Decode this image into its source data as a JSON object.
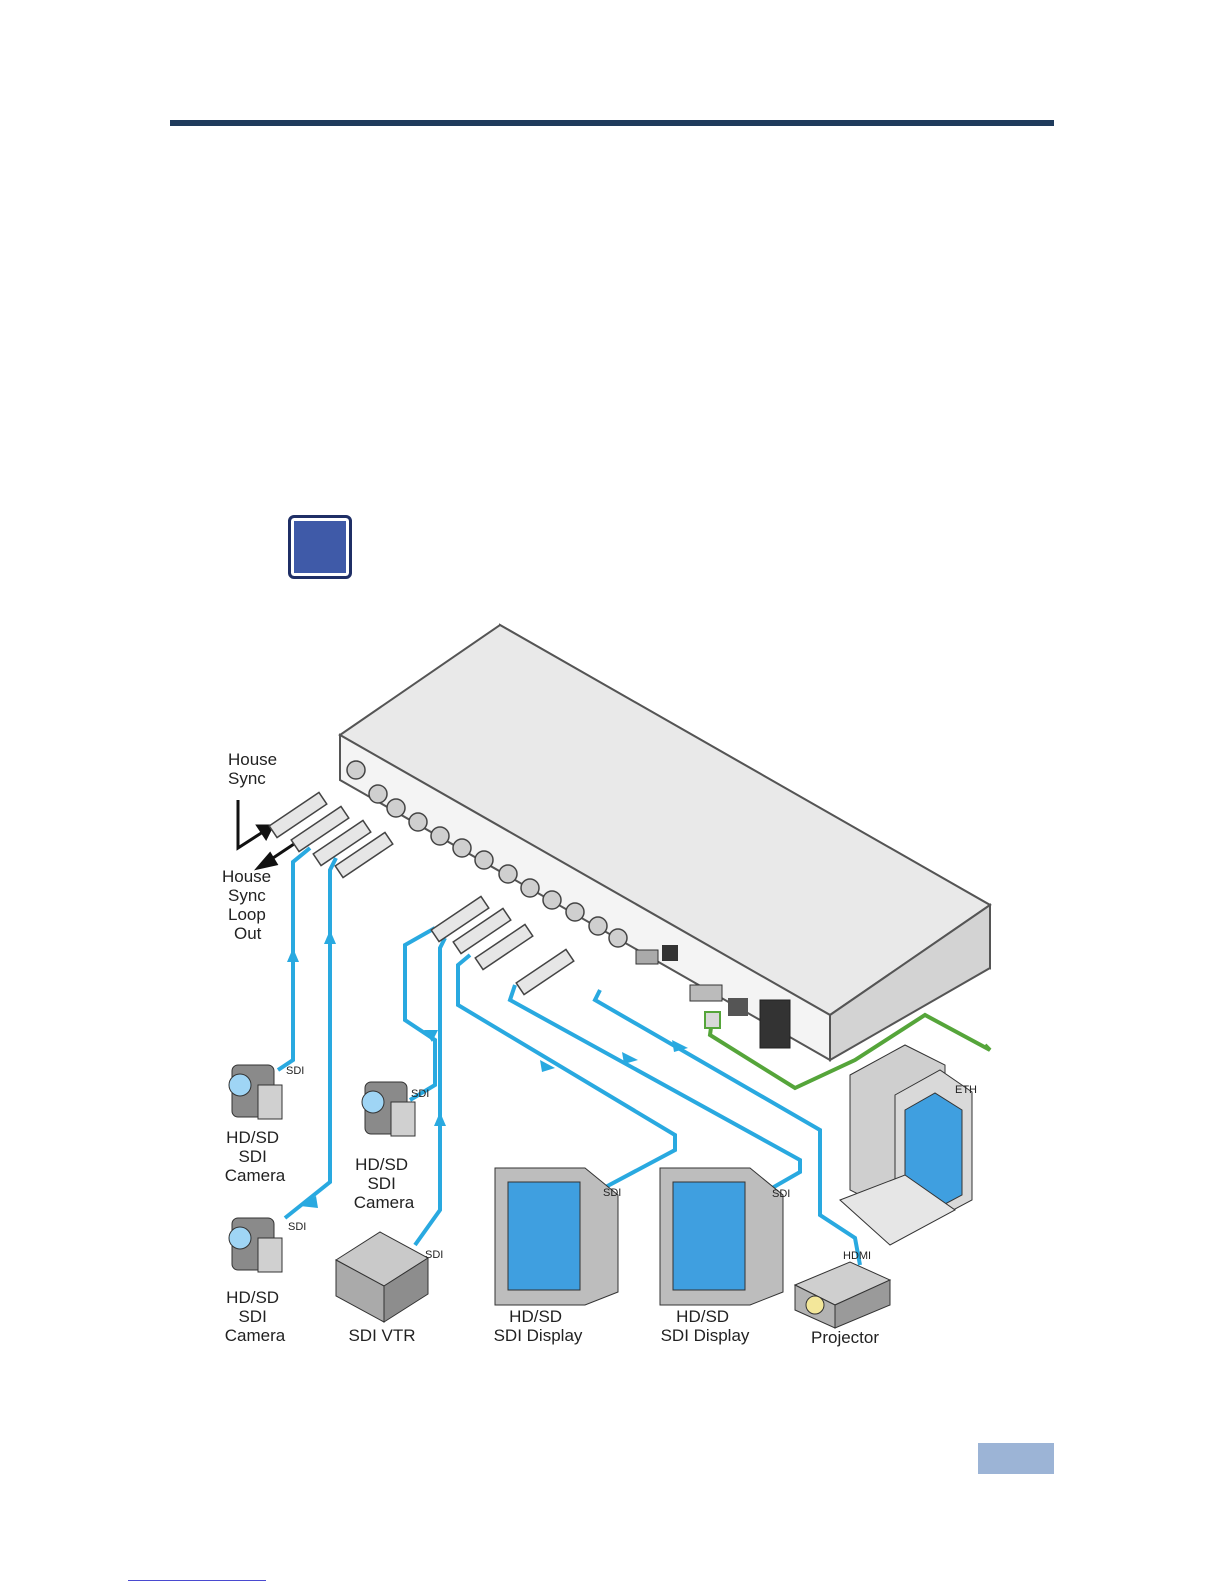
{
  "labels": {
    "house_sync_in": [
      "House",
      "Sync"
    ],
    "house_sync_out": [
      "House",
      "Sync",
      "Loop",
      "Out"
    ],
    "camera1": [
      "HD/SD",
      "SDI",
      "Camera"
    ],
    "camera2": [
      "HD/SD",
      "SDI",
      "Camera"
    ],
    "camera3": [
      "HD/SD",
      "SDI",
      "Camera"
    ],
    "vtr": [
      "SDI VTR"
    ],
    "display1": [
      "HD/SD",
      "SDI Display"
    ],
    "display2": [
      "HD/SD",
      "SDI Display"
    ],
    "projector": [
      "Projector"
    ]
  },
  "connector_labels": {
    "sdi": "SDI",
    "hdmi": "HDMI",
    "eth": "ETH"
  },
  "colors": {
    "sdi_cable": "#29a9e0",
    "eth_cable": "#55a53a",
    "rule": "#1f3b5c",
    "note_icon": "#3f5aa8"
  }
}
